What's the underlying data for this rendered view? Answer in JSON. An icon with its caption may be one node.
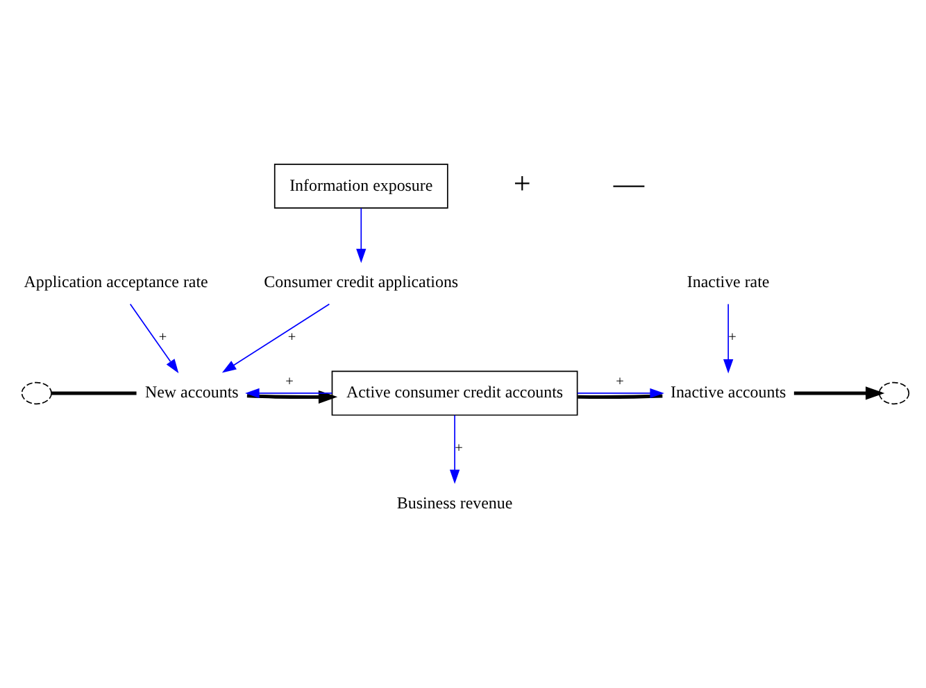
{
  "diagram": {
    "nodes": [
      {
        "text": [],
        "shape": "cloud"
      },
      {
        "text": [
          "New accounts"
        ]
      },
      {
        "text": [
          "Active consumer credit accounts"
        ]
      },
      {
        "text": [
          "Inactive accounts"
        ]
      },
      {
        "text": [],
        "shape": "cloud"
      },
      {
        "text": [
          "Application acceptance rate"
        ]
      },
      {
        "text": [
          "Inactive rate"
        ]
      },
      {
        "text": [
          "Consumer credit applications"
        ]
      },
      {
        "text": [
          "Business revenue"
        ]
      },
      {
        "text": [
          "Information exposure"
        ]
      }
    ],
    "edges": [
      {
        "from": 0,
        "to": 1,
        "arrow": "none",
        "style": "thick",
        "color": "#000000"
      },
      {
        "from": 1,
        "to": 2,
        "arrow": "to",
        "style": "thick",
        "color": "#000000"
      },
      {
        "from": 2,
        "to": 3,
        "arrow": "none",
        "style": "thick",
        "color": "#000000"
      },
      {
        "from": 3,
        "to": 4,
        "arrow": "to",
        "style": "thick",
        "color": "#000000"
      },
      {
        "from": 5,
        "to": 1,
        "arrow": "to",
        "label": "+"
      },
      {
        "from": 6,
        "to": 3,
        "arrow": "to",
        "label": "+"
      },
      {
        "from": 7,
        "to": 1,
        "arrow": "to",
        "label": "+"
      },
      {
        "from": 2,
        "to": 1,
        "arrow": "to",
        "label": "+"
      },
      {
        "from": 2,
        "to": 3,
        "arrow": "to",
        "label": "+"
      },
      {
        "from": 2,
        "to": 8,
        "arrow": "to",
        "label": "+"
      },
      {
        "from": 9,
        "to": 7,
        "arrow": "to"
      }
    ],
    "labels": [
      "+",
      "—"
    ]
  }
}
